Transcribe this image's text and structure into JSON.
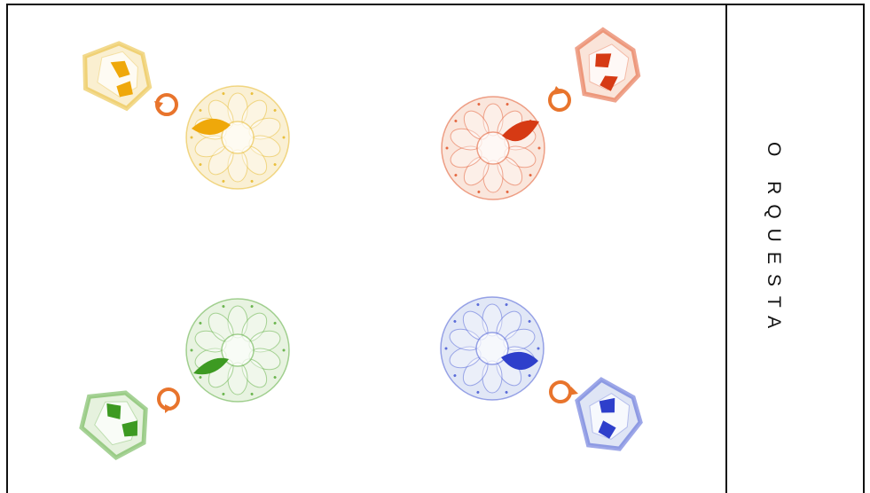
{
  "stage_label": "O RQUESTA",
  "groups": [
    {
      "id": "yellow",
      "color": "#e5b419",
      "accent": "#efa80a",
      "tint": "#f6e4b0",
      "arrow": "#e8742c"
    },
    {
      "id": "red",
      "color": "#e04a1c",
      "accent": "#d63a14",
      "tint": "#f6d2c0",
      "arrow": "#e8742c"
    },
    {
      "id": "green",
      "color": "#4ea62d",
      "accent": "#3d9a22",
      "tint": "#d6e9c8",
      "arrow": "#e8742c"
    },
    {
      "id": "blue",
      "color": "#3b4fd2",
      "accent": "#2e3fcb",
      "tint": "#c9d3ef",
      "arrow": "#e8742c"
    }
  ]
}
